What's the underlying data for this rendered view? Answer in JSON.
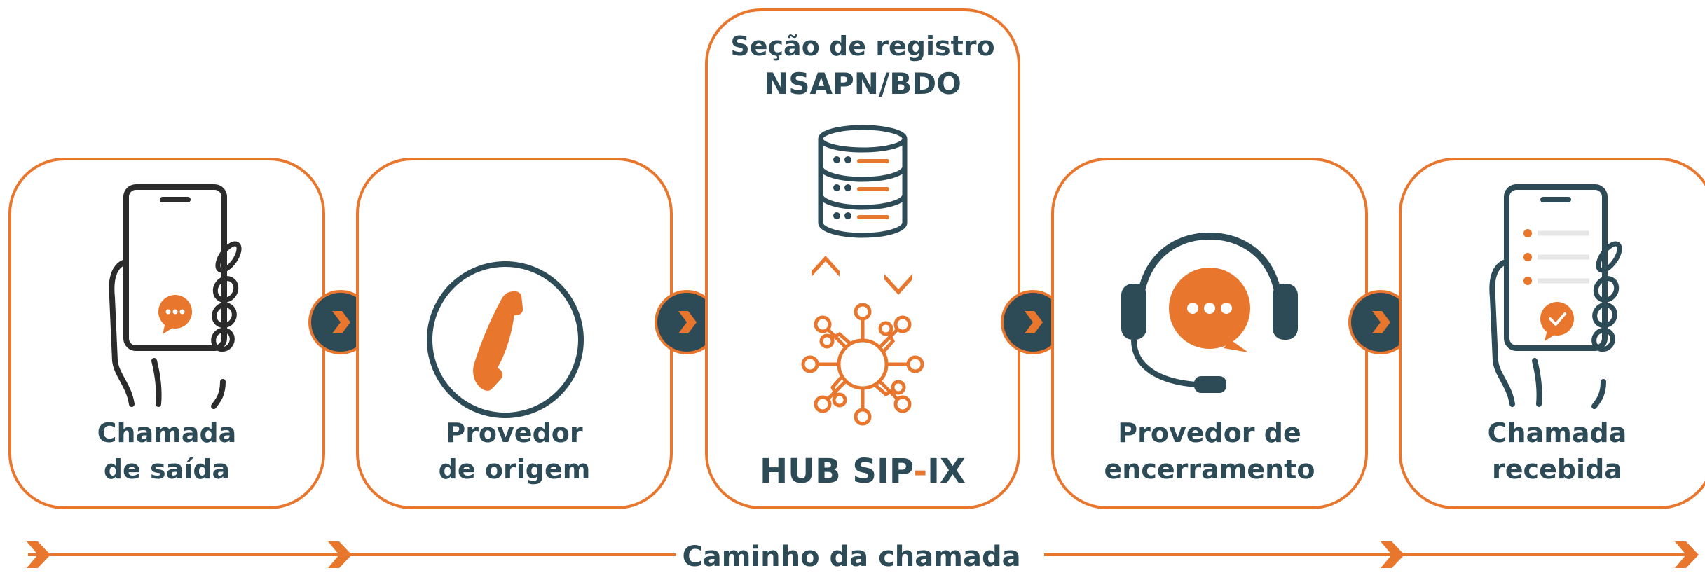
{
  "colors": {
    "accent": "#e8762d",
    "dark": "#2d4a57",
    "background": "#ffffff"
  },
  "steps": [
    {
      "line1": "Chamada",
      "line2": "de saída",
      "icon": "phone-in-hand-chat-icon"
    },
    {
      "line1": "Provedor",
      "line2": "de origem",
      "icon": "telephone-handset-icon"
    },
    {
      "top1": "Seção de registro",
      "top2": "NSAPN/BDO",
      "title_a": "HUB SIP",
      "title_dash": "-",
      "title_b": "IX",
      "icon": "database-and-hub-icon"
    },
    {
      "line1": "Provedor de",
      "line2": "encerramento",
      "icon": "headset-chat-icon"
    },
    {
      "line1": "Chamada",
      "line2": "recebida",
      "icon": "phone-in-hand-checklist-icon"
    }
  ],
  "path_label": "Caminho da chamada"
}
